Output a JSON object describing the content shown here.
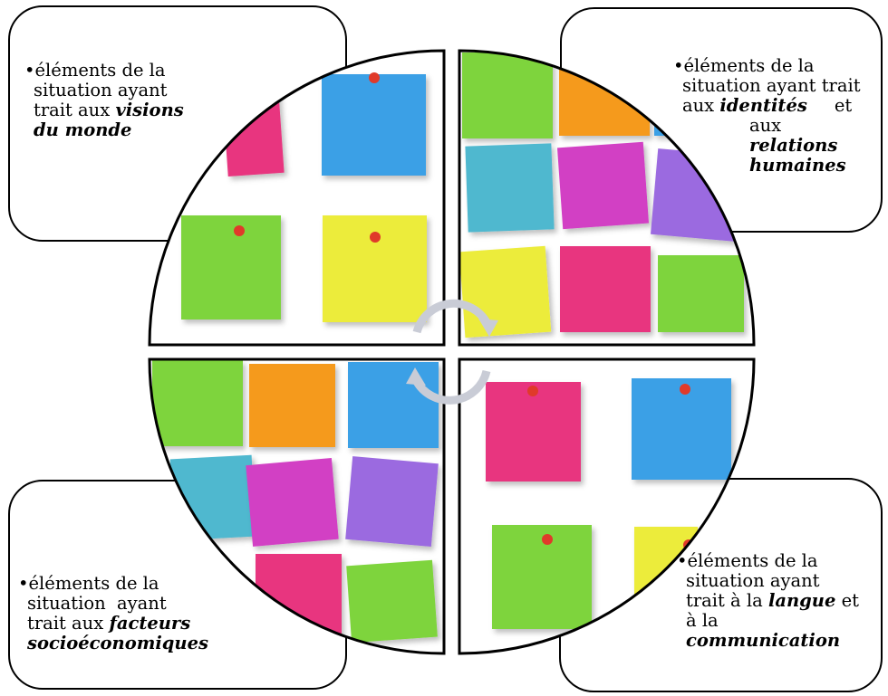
{
  "quadrants": {
    "top_left": {
      "bullet": "•",
      "line1": "éléments de la",
      "line2": "situation ayant",
      "line3_prefix": "trait aux ",
      "line3_em": "visions",
      "line4_em": "du monde"
    },
    "top_right": {
      "bullet": "•",
      "line1": "éléments de la",
      "line2": "situation ayant trait",
      "line3_prefix": "aux ",
      "line3_em": "identités",
      "line3_suffix": "et",
      "line4": "aux",
      "line5_em": "relations",
      "line6_em": "humaines"
    },
    "bottom_left": {
      "bullet": "•",
      "line1": "éléments de la",
      "line2": "situation  ayant",
      "line3_prefix": "trait aux ",
      "line3_em": "facteurs",
      "line4_em": "socioéconomiques"
    },
    "bottom_right": {
      "bullet": "•",
      "line1": "éléments de la",
      "line2": "situation ayant",
      "line3_prefix": "trait à la ",
      "line3_em": "langue",
      "line3_suffix": " et",
      "line4": "à la",
      "line5_em": "communication"
    }
  },
  "colors": {
    "border": "#000000",
    "arrow": "#c9ccd6",
    "note_blue": "#3aa0e6",
    "note_pink": "#e8367f",
    "note_green": "#7ed43c",
    "note_yellow": "#ecec3a",
    "note_orange": "#f59a1e",
    "note_teal": "#4fb8cf",
    "note_magenta": "#d23fc4",
    "note_purple": "#9b6be0",
    "pin_red": "#e03a2a"
  }
}
